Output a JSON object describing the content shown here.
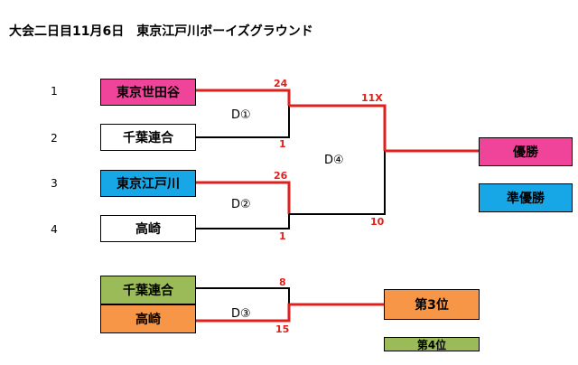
{
  "title": "大会二日目11月6日　東京江戸川ボーイズグラウンド",
  "seeds": [
    "1",
    "2",
    "3",
    "4"
  ],
  "teams": {
    "t1": {
      "name": "東京世田谷",
      "color": "#f0439a"
    },
    "t2": {
      "name": "千葉連合",
      "color": "#ffffff"
    },
    "t3": {
      "name": "東京江戸川",
      "color": "#17a7e6"
    },
    "t4": {
      "name": "高崎",
      "color": "#ffffff"
    },
    "t5": {
      "name": "千葉連合",
      "color": "#9bbb59"
    },
    "t6": {
      "name": "高崎",
      "color": "#f79646"
    }
  },
  "matches": {
    "d1": "D①",
    "d2": "D②",
    "d3": "D③",
    "d4": "D④"
  },
  "scores": {
    "d1_top": "24",
    "d1_bottom": "1",
    "d2_top": "26",
    "d2_bottom": "1",
    "d4_top": "11X",
    "d4_bottom": "10",
    "d3_top": "8",
    "d3_bottom": "15"
  },
  "results": {
    "champion": {
      "label": "優勝",
      "color": "#f0439a"
    },
    "runner_up": {
      "label": "準優勝",
      "color": "#17a7e6"
    },
    "third": {
      "label": "第3位",
      "color": "#f79646"
    },
    "fourth": {
      "label": "第4位",
      "color": "#9bbb59"
    }
  },
  "colors": {
    "winner_line": "#e0201c",
    "loser_line": "#000000"
  }
}
